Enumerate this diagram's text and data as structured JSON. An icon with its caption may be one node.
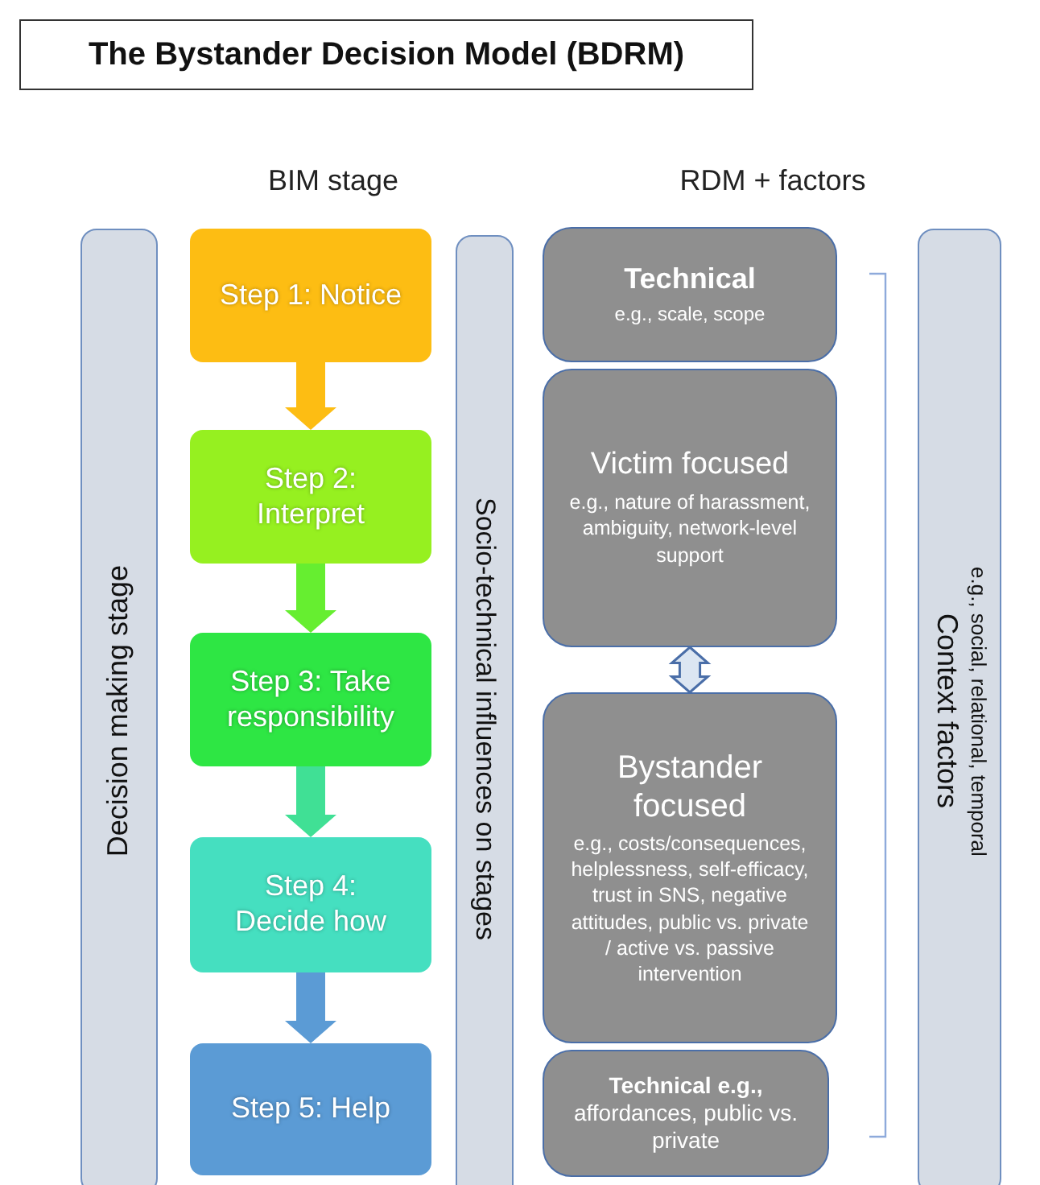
{
  "diagram": {
    "title": "The Bystander Decision Model (BDRM)",
    "nodes": [
      {
        "text": [
          "Decision making stage"
        ]
      },
      {
        "text": [
          "Step 1: Notice"
        ]
      },
      {
        "text": [
          "Step 2: Interpret"
        ]
      },
      {
        "text": [
          "Step 3: Take responsibility"
        ]
      },
      {
        "text": [
          "Step 4: Decide how"
        ]
      },
      {
        "text": [
          "Step 5: Help"
        ]
      },
      {
        "text": [
          "Socio-technical influences on stages"
        ]
      },
      {
        "text": [
          "Technical",
          "e.g., scale, scope"
        ]
      },
      {
        "text": [
          "Victim focused",
          "e.g., nature of harassment, ambiguity, network-level support"
        ]
      },
      {
        "text": [
          "Bystander focused",
          "e.g., costs/consequences, helplessness, self-efficacy, trust in SNS, negative attitudes, public vs. private / active vs. passive intervention"
        ]
      },
      {
        "text": [
          "**Technical  e.g.,** affordances, public vs. private"
        ]
      },
      {
        "text": [
          "Context factors",
          "e.g., social, relational, temporal"
        ]
      }
    ],
    "edges": [
      {
        "from": 1,
        "to": 2,
        "arrow": "to",
        "color": "#fdbd13"
      },
      {
        "from": 2,
        "to": 3,
        "arrow": "to",
        "color": "#66ee30"
      },
      {
        "from": 3,
        "to": 4,
        "arrow": "to",
        "color": "#40e095"
      },
      {
        "from": 4,
        "to": 5,
        "arrow": "to",
        "color": "#5b9bd5"
      },
      {
        "from": 8,
        "to": 9,
        "arrow": "both",
        "color": "#dce6f2"
      }
    ],
    "labels": [
      "BIM stage",
      "RDM + factors"
    ]
  }
}
